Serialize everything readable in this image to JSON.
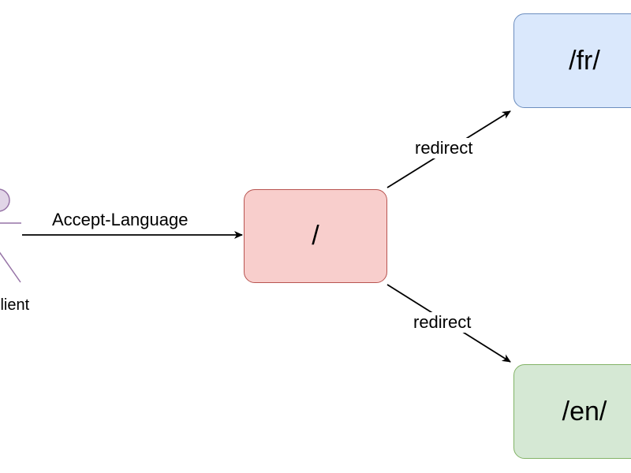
{
  "actor": {
    "label": "Client",
    "fill": "#e1d5e7",
    "stroke": "#9673a6"
  },
  "nodes": {
    "root": {
      "label": "/",
      "fill": "#f8cecc",
      "stroke": "#b85450"
    },
    "fr": {
      "label": "/fr/",
      "fill": "#dae8fc",
      "stroke": "#6c8ebf"
    },
    "en": {
      "label": "/en/",
      "fill": "#d5e8d4",
      "stroke": "#82b366"
    }
  },
  "edges": {
    "accept": {
      "label": "Accept-Language"
    },
    "to_fr": {
      "label": "redirect"
    },
    "to_en": {
      "label": "redirect"
    }
  }
}
